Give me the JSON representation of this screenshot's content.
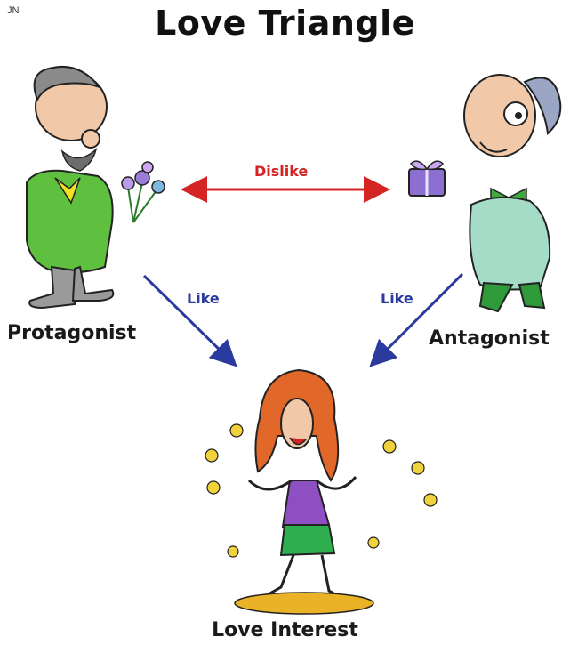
{
  "corner_mark": "JN",
  "title": "Love Triangle",
  "roles": {
    "protagonist": "Protagonist",
    "antagonist": "Antagonist",
    "love_interest": "Love Interest"
  },
  "relations": {
    "dislike": "Dislike",
    "like_left": "Like",
    "like_right": "Like"
  },
  "colors": {
    "dislike": "#d42424",
    "like": "#2b3a9e",
    "title": "#111111"
  }
}
